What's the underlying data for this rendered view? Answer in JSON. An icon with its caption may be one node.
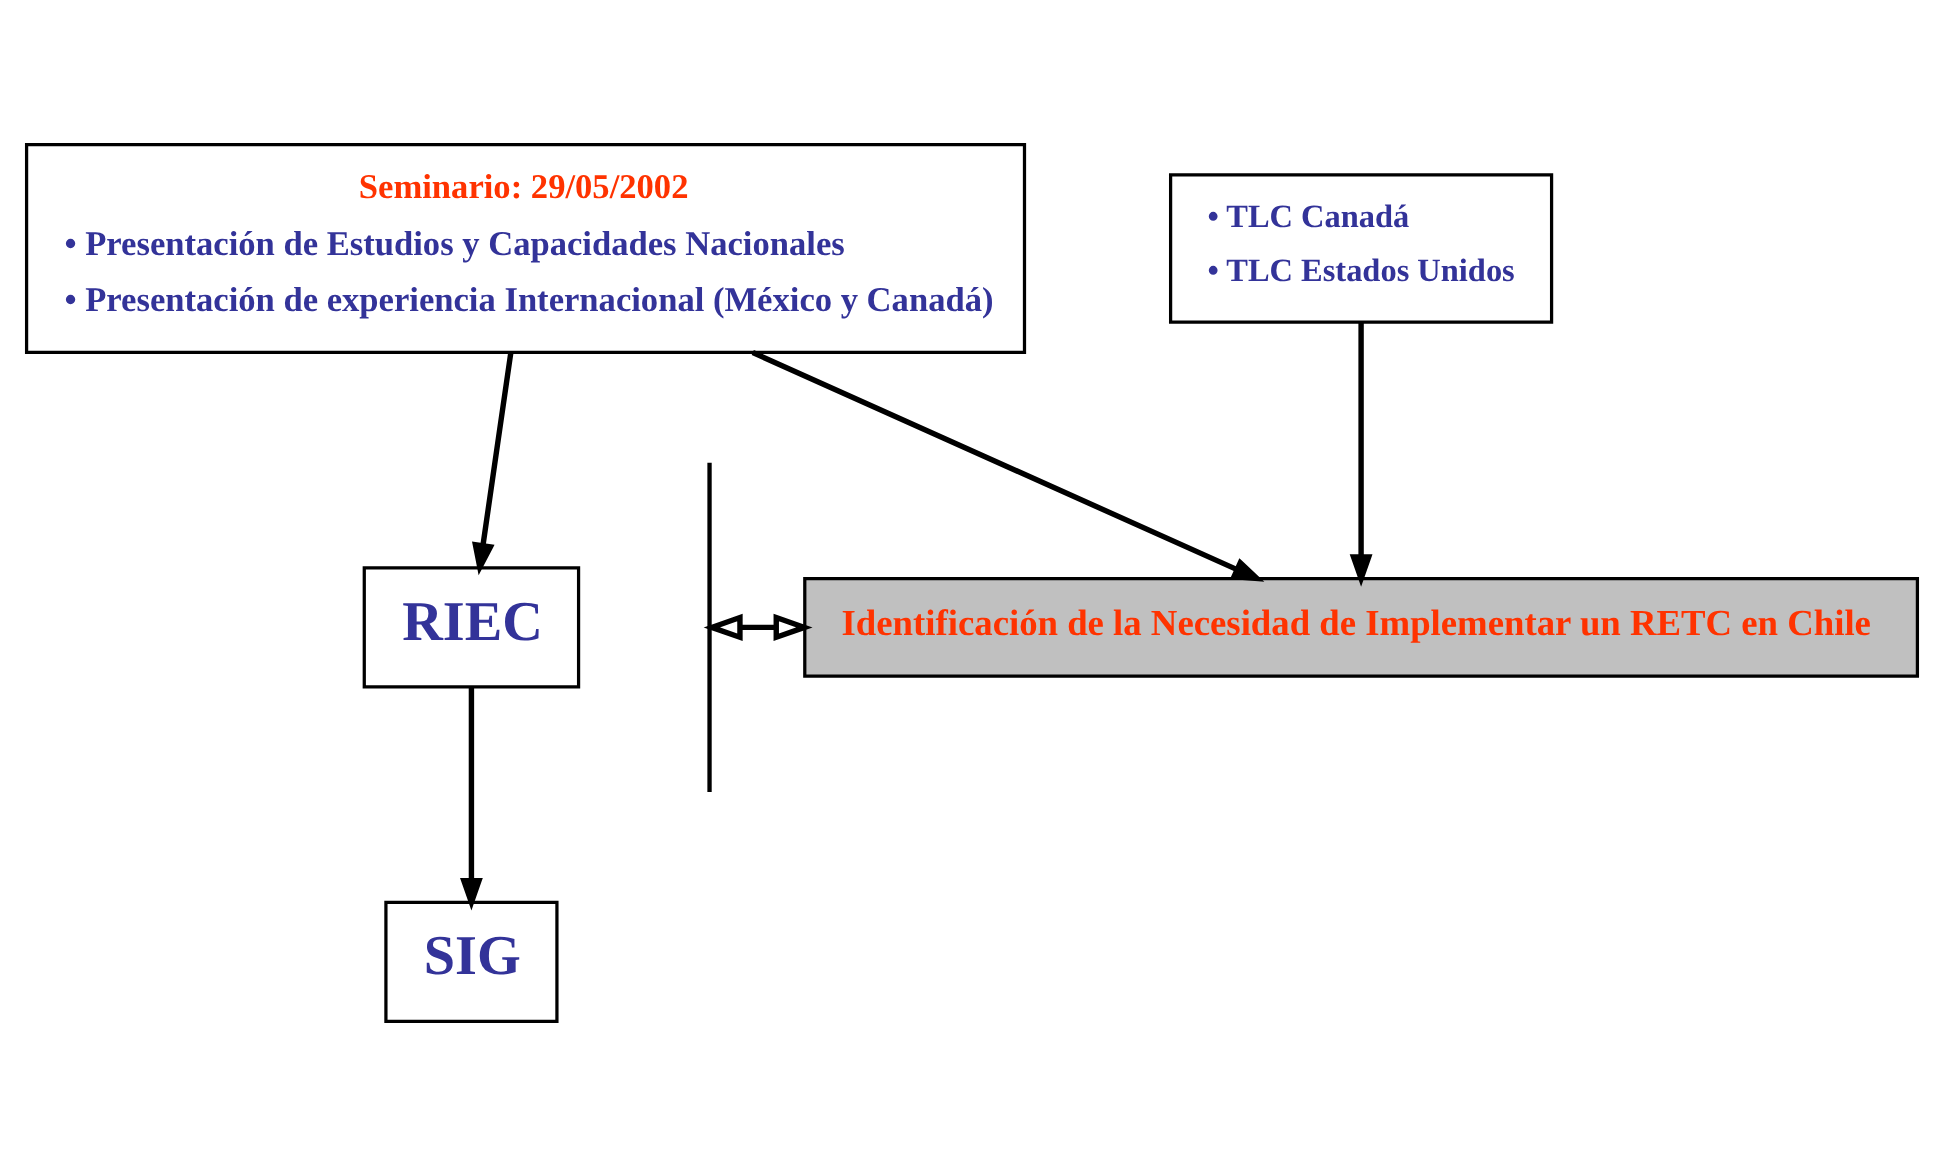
{
  "diagram": {
    "nodes": [
      {
        "text": [
          "Seminario: 29/05/2002",
          "• Presentación de Estudios y Capacidades Nacionales",
          "• Presentación de experiencia Internacional (México y Canadá)"
        ]
      },
      {
        "text": [
          "• TLC Canadá",
          "• TLC Estados Unidos"
        ]
      },
      {
        "text": [
          "RIEC"
        ]
      },
      {
        "text": [
          "SIG"
        ]
      },
      {
        "text": [],
        "shape": "bracket"
      },
      {
        "text": [
          "Identificación de la Necesidad de Implementar un RETC en Chile"
        ]
      }
    ],
    "edges": [
      {
        "from": 0,
        "to": 2,
        "arrow": "to"
      },
      {
        "from": 2,
        "to": 3,
        "arrow": "to"
      },
      {
        "from": 0,
        "to": 5,
        "arrow": "to"
      },
      {
        "from": 1,
        "to": 5,
        "arrow": "to"
      },
      {
        "from": 4,
        "to": 5,
        "arrow": "both"
      }
    ]
  }
}
